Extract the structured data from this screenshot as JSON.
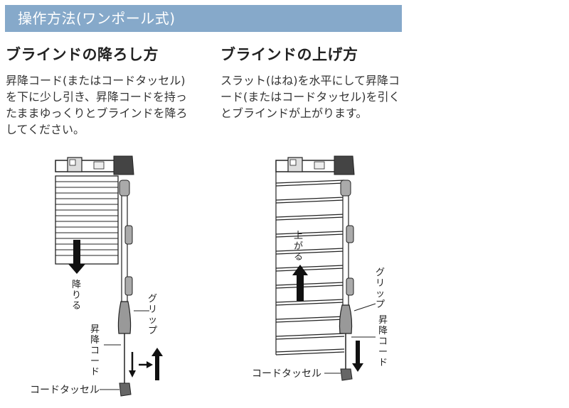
{
  "header": {
    "title": "操作方法(ワンポール式)"
  },
  "lowering": {
    "title": "ブラインドの降ろし方",
    "body": "昇降コード(またはコードタッセル)を下に少し引き、昇降コードを持ったままゆっくりとブラインドを降ろしてください。",
    "arrow_label": [
      "降",
      "り",
      "る"
    ],
    "grip_label": [
      "グ",
      "リ",
      "ッ",
      "プ"
    ],
    "cord_label": [
      "昇",
      "降",
      "コ",
      "ー",
      "ド"
    ],
    "tassel_label": "コードタッセル"
  },
  "raising": {
    "title": "ブラインドの上げ方",
    "body": "スラット(はね)を水平にして昇降コード(またはコードタッセル)を引くとブラインドが上がります。",
    "arrow_label": [
      "上",
      "が",
      "る"
    ],
    "grip_label": [
      "グ",
      "リ",
      "ッ",
      "プ"
    ],
    "cord_label": [
      "昇",
      "降",
      "コ",
      "ー",
      "ド"
    ],
    "tassel_label": "コードタッセル"
  }
}
